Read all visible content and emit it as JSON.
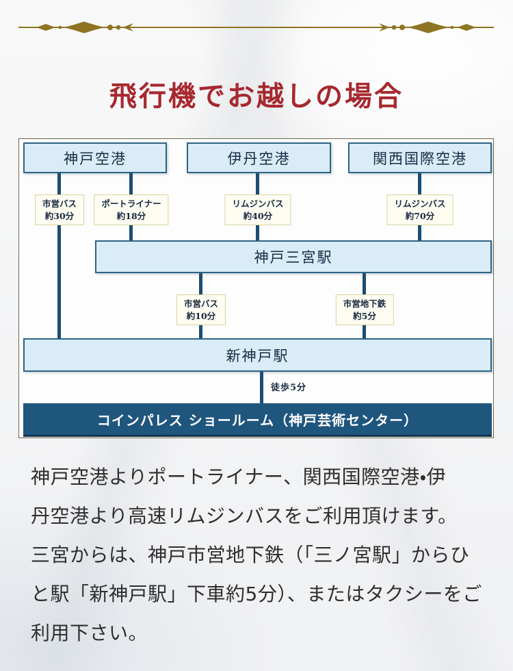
{
  "page": {
    "title": "飛行機でお越しの場合"
  },
  "diagram": {
    "airports": [
      {
        "label": "神戸空港"
      },
      {
        "label": "伊丹空港"
      },
      {
        "label": "関西国際空港"
      }
    ],
    "transports": [
      {
        "name": "市営バス",
        "duration": "約30分"
      },
      {
        "name": "ポートライナー",
        "duration": "約18分"
      },
      {
        "name": "リムジンバス",
        "duration": "約40分"
      },
      {
        "name": "リムジンバス",
        "duration": "約70分"
      },
      {
        "name": "市営バス",
        "duration": "約10分"
      },
      {
        "name": "市営地下鉄",
        "duration": "約5分"
      }
    ],
    "stations": {
      "sannomiya": "神戸三宮駅",
      "shinkobe": "新神戸駅"
    },
    "walk": "徒歩5分",
    "destination": "コインパレス ショールーム（神戸芸術センター）"
  },
  "description": {
    "lines": [
      "神戸空港よりポートライナー、関西国際空港・伊",
      "丹空港より高速リムジンバスをご利用頂けます。",
      "三宮からは、神戸市営地下鉄（「三ノ宮駅」からひ",
      "と駅「新神戸駅」下車約5分）、またはタクシーをご",
      "利用下さい。"
    ]
  },
  "colors": {
    "divider_gold": "#8e7423",
    "title_red": "#a7282f",
    "station_fill": "#d9ecf8",
    "station_border": "#2e6285",
    "route_line": "#1a4e72",
    "label_fill": "#fffdf2",
    "label_border": "#d8d2a0",
    "destination_fill": "#1f567e",
    "diagram_border": "#6d6749"
  }
}
